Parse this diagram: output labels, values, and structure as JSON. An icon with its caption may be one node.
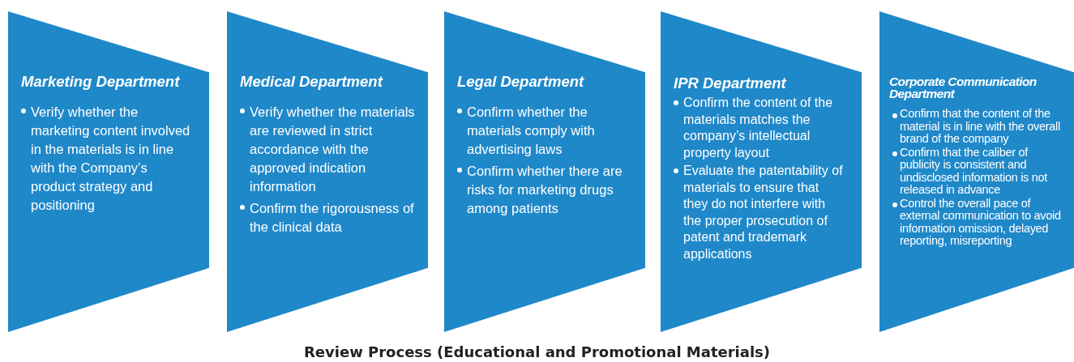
{
  "diagram": {
    "caption": "Review Process (Educational and Promotional Materials)",
    "nodes": [
      {
        "text": [
          "Marketing Department",
          "Verify whether the marketing content involved in the materials is in line with the Company’s product strategy and positioning"
        ]
      },
      {
        "text": [
          "Medical Department",
          "Verify whether the materials are reviewed in strict accordance with the approved indication information",
          "Confirm the rigorousness of the clinical data"
        ]
      },
      {
        "text": [
          "Legal Department",
          "Confirm whether the materials comply with advertising laws",
          "Confirm whether there are risks for marketing drugs among patients"
        ]
      },
      {
        "text": [
          "IPR Department",
          "Confirm the content of the materials matches the company’s intellectual property layout",
          "Evaluate the patentability of materials to ensure that they do not interfere with the proper prosecution of patent and trademark applications"
        ]
      },
      {
        "text": [
          "Corporate Communication Department",
          "Confirm that the content of the material is in line with the overall brand of the company",
          "Confirm that the caliber of publicity is consistent and undisclosed information is not released in advance",
          "Control the overall pace of external communication to avoid information omission, delayed reporting, misreporting"
        ]
      }
    ]
  }
}
